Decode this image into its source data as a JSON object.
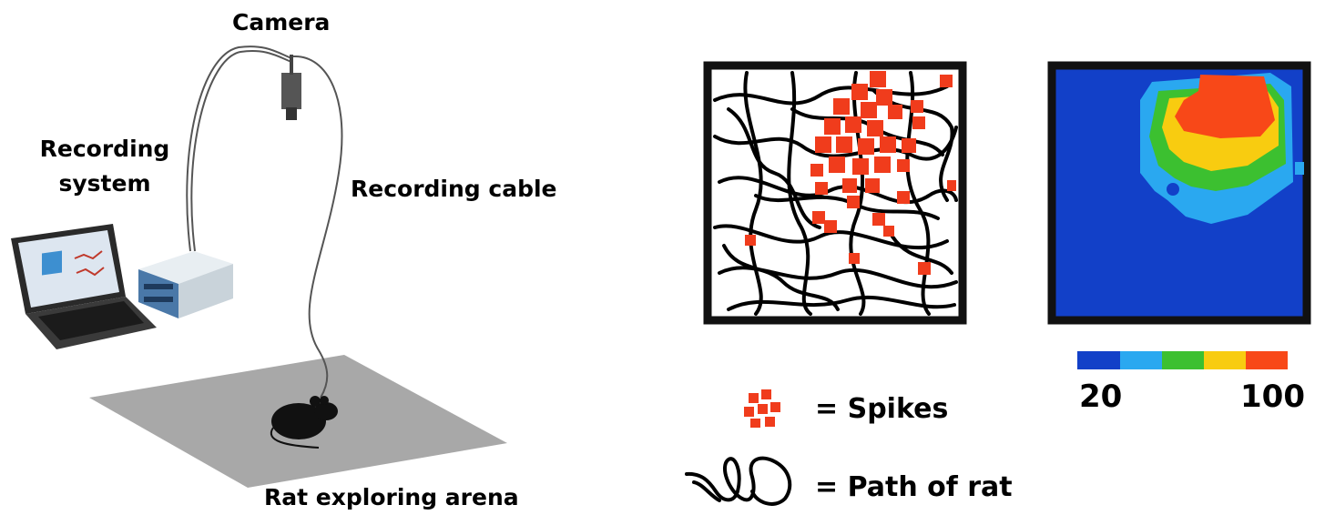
{
  "labels": {
    "camera": "Camera",
    "recording_system": "Recording system",
    "recording_cable": "Recording cable",
    "arena": "Rat exploring arena",
    "spikes_legend": "= Spikes",
    "path_legend": "= Path of rat"
  },
  "colorbar": {
    "min_label": "20",
    "max_label": "100",
    "colors": [
      "#1240c8",
      "#2aa8f0",
      "#3cc030",
      "#f8cc10",
      "#f84818"
    ]
  },
  "colors": {
    "spike": "#f03c1c",
    "path": "#000000",
    "heatmap_background": "#1240c8",
    "frame": "#111111",
    "arena": "#a8a8a8"
  }
}
